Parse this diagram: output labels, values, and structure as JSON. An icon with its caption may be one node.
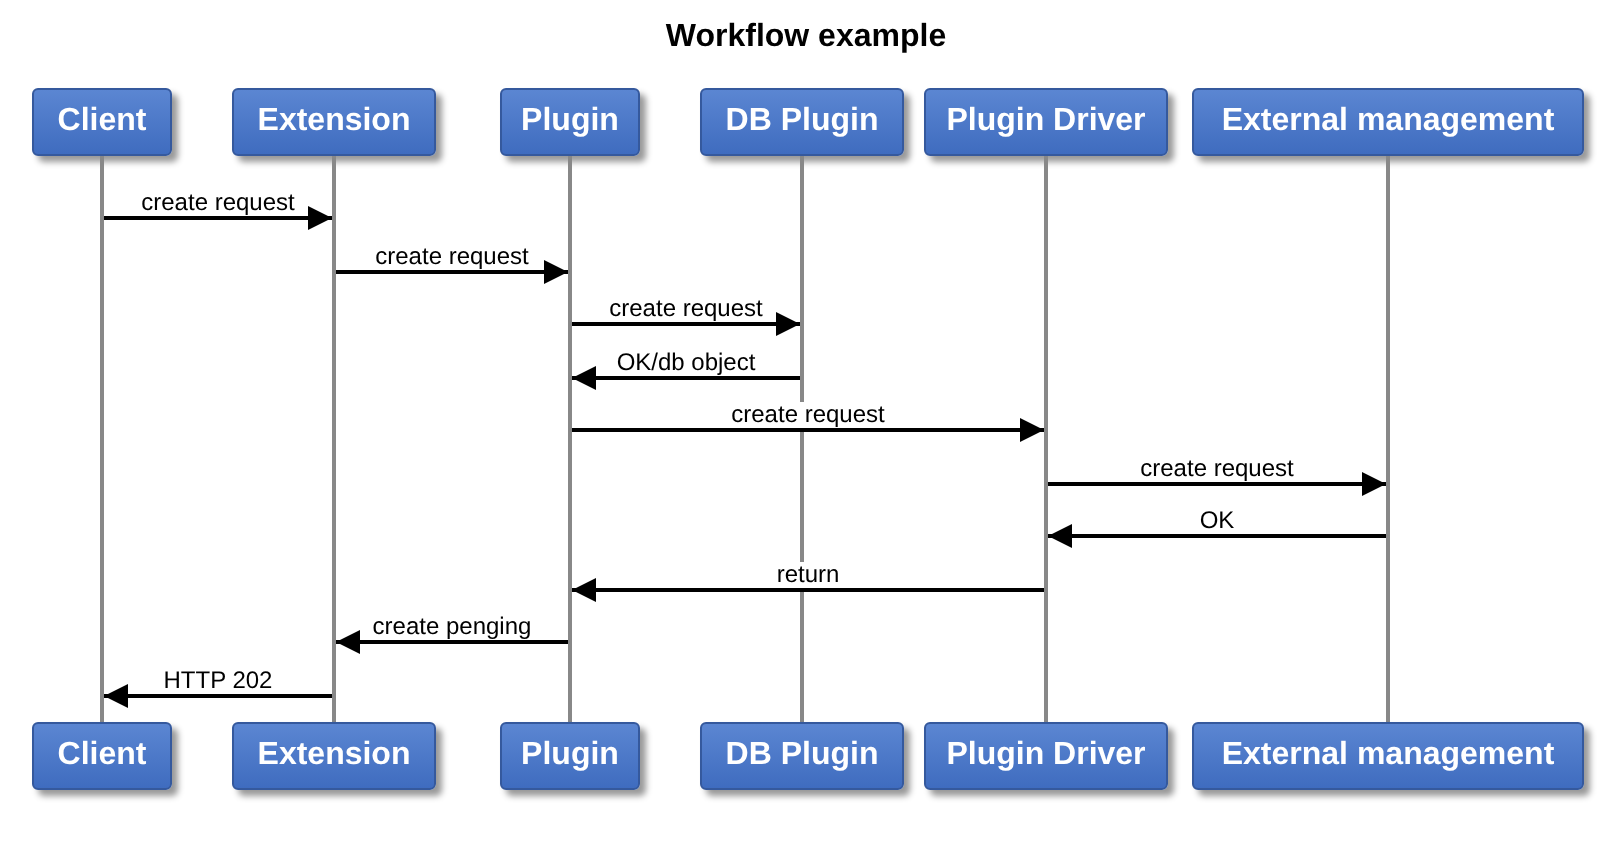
{
  "diagram": {
    "title": "Workflow example",
    "nodes": [
      {
        "text": [
          "Client"
        ]
      },
      {
        "text": [
          "Extension"
        ]
      },
      {
        "text": [
          "Plugin"
        ]
      },
      {
        "text": [
          "DB Plugin"
        ]
      },
      {
        "text": [
          "Plugin Driver"
        ]
      },
      {
        "text": [
          "External management"
        ]
      },
      {
        "text": [],
        "shape": "bar"
      },
      {
        "text": [],
        "shape": "bar"
      },
      {
        "text": [],
        "shape": "bar"
      },
      {
        "text": [],
        "shape": "bar"
      },
      {
        "text": [],
        "shape": "bar"
      },
      {
        "text": [],
        "shape": "bar"
      },
      {
        "text": [
          "Client"
        ]
      },
      {
        "text": [
          "Extension"
        ]
      },
      {
        "text": [
          "Plugin"
        ]
      },
      {
        "text": [
          "DB Plugin"
        ]
      },
      {
        "text": [
          "Plugin Driver"
        ]
      },
      {
        "text": [
          "External management"
        ]
      }
    ],
    "edges": [
      {
        "from": 6,
        "to": 7,
        "arrow": "to",
        "label": "create request"
      },
      {
        "from": 7,
        "to": 8,
        "arrow": "to",
        "label": "create request"
      },
      {
        "from": 8,
        "to": 9,
        "arrow": "to",
        "label": "create request"
      },
      {
        "from": 9,
        "to": 8,
        "arrow": "to",
        "label": "OK/db object"
      },
      {
        "from": 8,
        "to": 10,
        "arrow": "to",
        "label": "create request"
      },
      {
        "from": 10,
        "to": 11,
        "arrow": "to",
        "label": "create request"
      },
      {
        "from": 11,
        "to": 10,
        "arrow": "to",
        "label": "OK"
      },
      {
        "from": 10,
        "to": 8,
        "arrow": "to",
        "label": "return"
      },
      {
        "from": 8,
        "to": 7,
        "arrow": "to",
        "label": "create penging"
      },
      {
        "from": 7,
        "to": 6,
        "arrow": "to",
        "label": "HTTP 202"
      }
    ]
  }
}
